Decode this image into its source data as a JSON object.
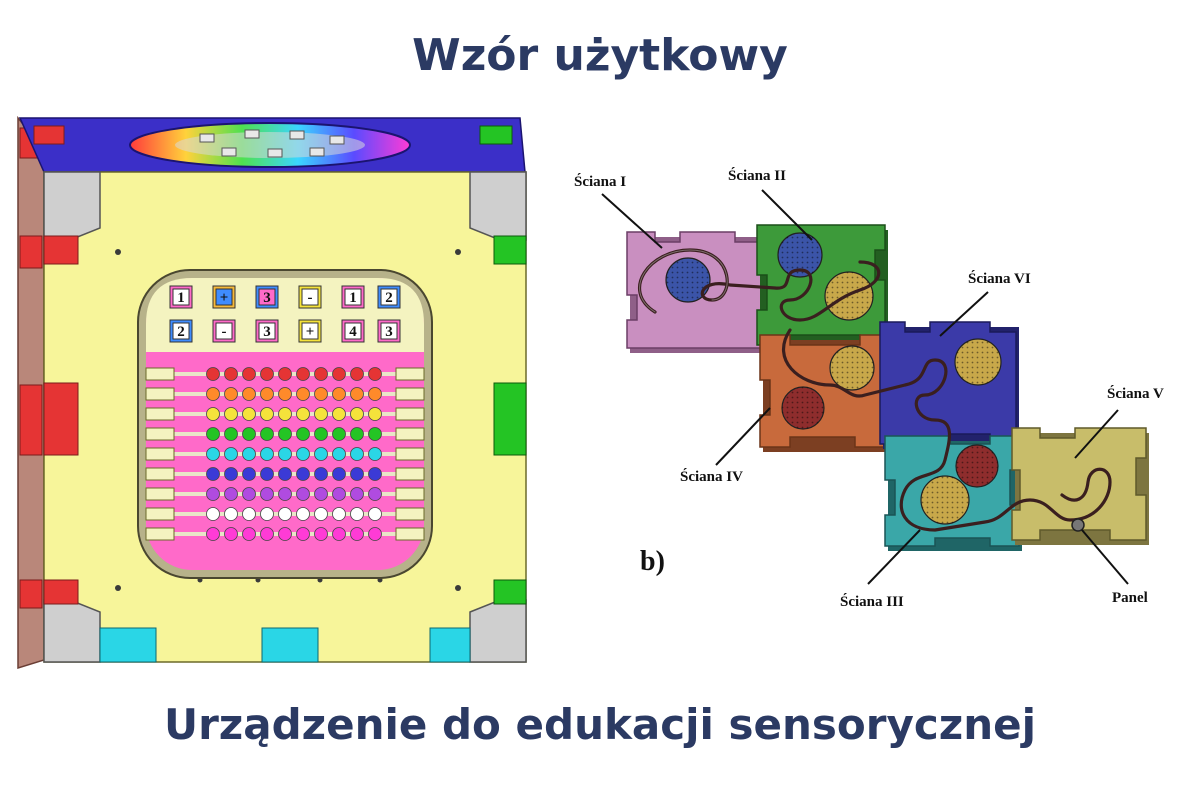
{
  "header": {
    "title": "Wzór użytkowy"
  },
  "footer": {
    "subtitle": "Urządzenie do edukacji sensorycznej"
  },
  "figure": {
    "panel_letter": "b)",
    "labels": {
      "wall_1": "Ściana I",
      "wall_2": "Ściana II",
      "wall_3": "Ściana III",
      "wall_4": "Ściana IV",
      "wall_5": "Ściana V",
      "wall_6": "Ściana VI",
      "panel": "Panel"
    },
    "tiles": {
      "0": "1",
      "1": "+",
      "2": "3",
      "3": "-",
      "4": "1",
      "5": "2",
      "6": "2",
      "7": "-",
      "8": "3",
      "9": "+",
      "10": "4",
      "11": "3"
    }
  },
  "colors": {
    "title": "#2b3a63",
    "cube_yellow": "#f7f59a",
    "cube_top": "#3b2fc8",
    "wall_1": "#c98fc0",
    "wall_2": "#3d9a3a",
    "wall_3": "#3aa7a8",
    "wall_4": "#c86a3c",
    "wall_5": "#c8bd6a",
    "wall_6": "#3b3aa8"
  }
}
